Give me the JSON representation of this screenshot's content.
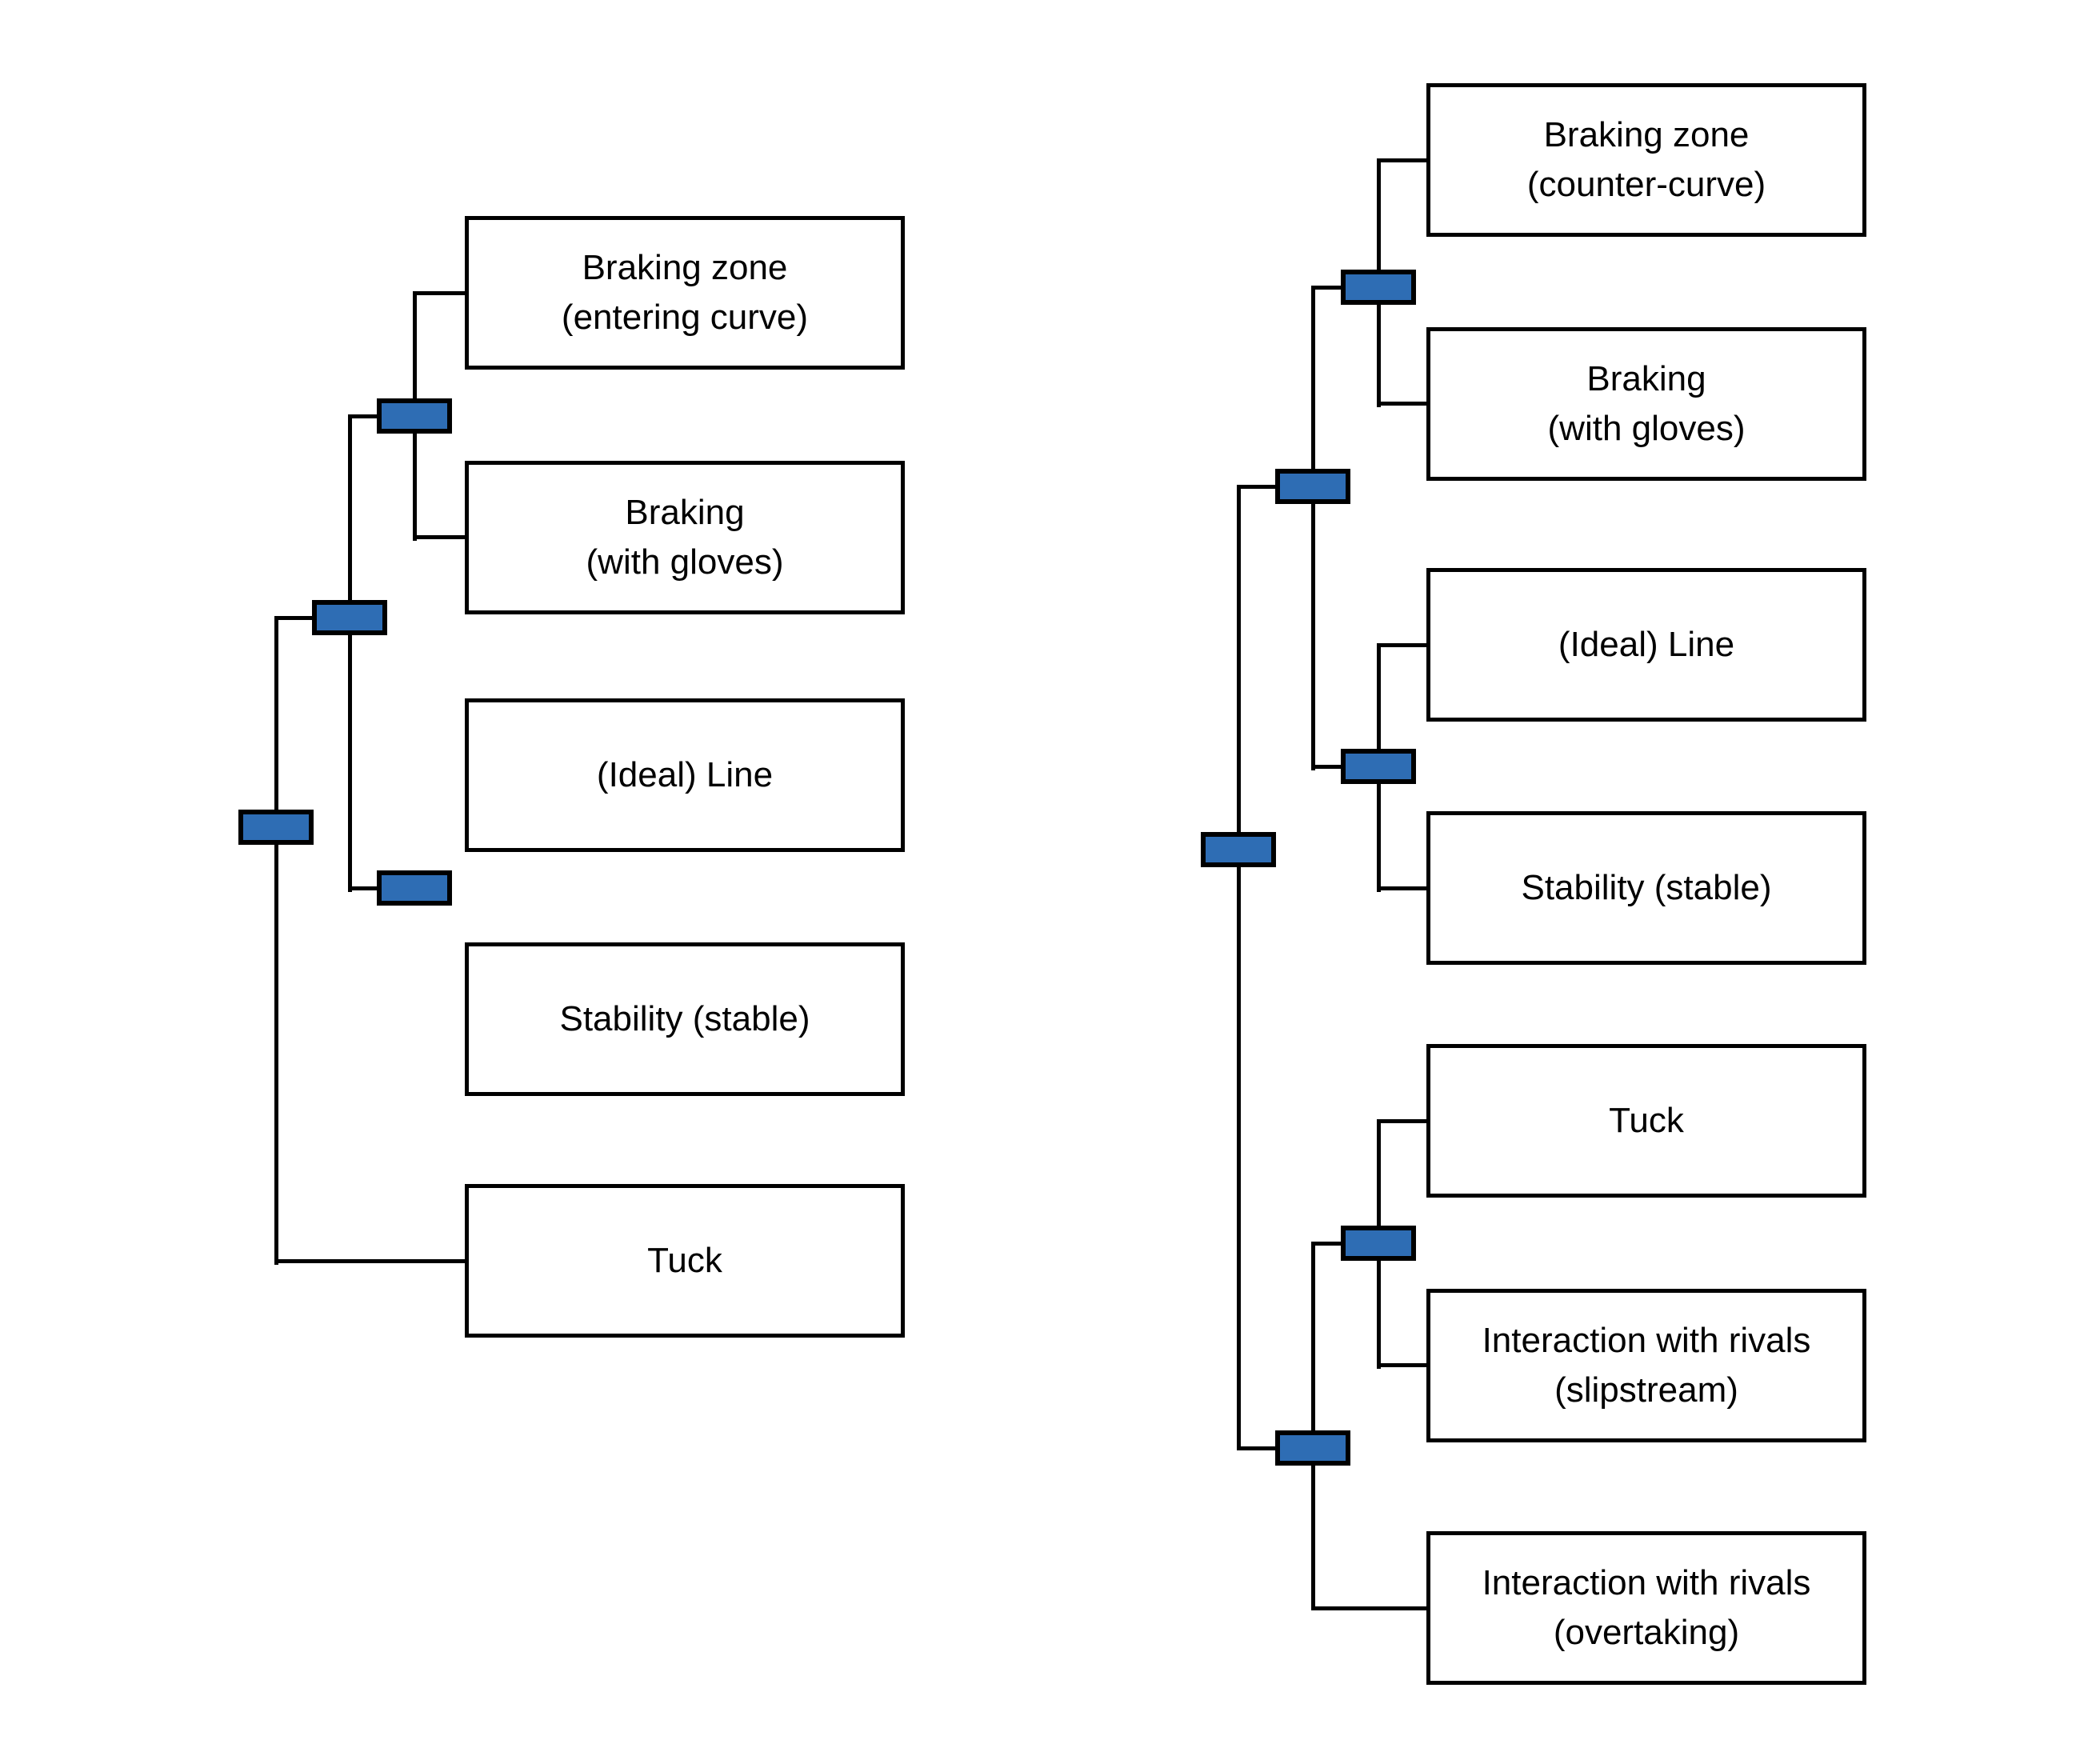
{
  "diagram": {
    "type": "hierarchical-cluster-dendrograms",
    "background_color": "#ffffff",
    "node_fill_color": "#2e6db4",
    "node_border_color": "#000000",
    "edge_color": "#000000",
    "box_border_color": "#000000",
    "box_fill_color": "#ffffff",
    "text_color": "#000000"
  },
  "left_tree": {
    "name": "left-dendrogram",
    "leaves": [
      {
        "label": "Braking zone\n(entering curve)"
      },
      {
        "label": "Braking\n(with gloves)"
      },
      {
        "label": "(Ideal) Line"
      },
      {
        "label": "Stability (stable)"
      },
      {
        "label": "Tuck"
      }
    ],
    "hierarchy": "((Braking zone (entering curve) + Braking (with gloves)) + ((Ideal) Line + Stability (stable))) + Tuck"
  },
  "right_tree": {
    "name": "right-dendrogram",
    "leaves": [
      {
        "label": "Braking zone\n(counter-curve)"
      },
      {
        "label": "Braking\n(with gloves)"
      },
      {
        "label": "(Ideal) Line"
      },
      {
        "label": "Stability (stable)"
      },
      {
        "label": "Tuck"
      },
      {
        "label": "Interaction with rivals\n(slipstream)"
      },
      {
        "label": "Interaction with rivals\n(overtaking)"
      }
    ],
    "hierarchy": "((Braking zone (counter-curve) + Braking (with gloves)) + ((Ideal) Line + Stability (stable))) + ((Tuck + Interaction with rivals (slipstream)) + Interaction with rivals (overtaking))"
  }
}
